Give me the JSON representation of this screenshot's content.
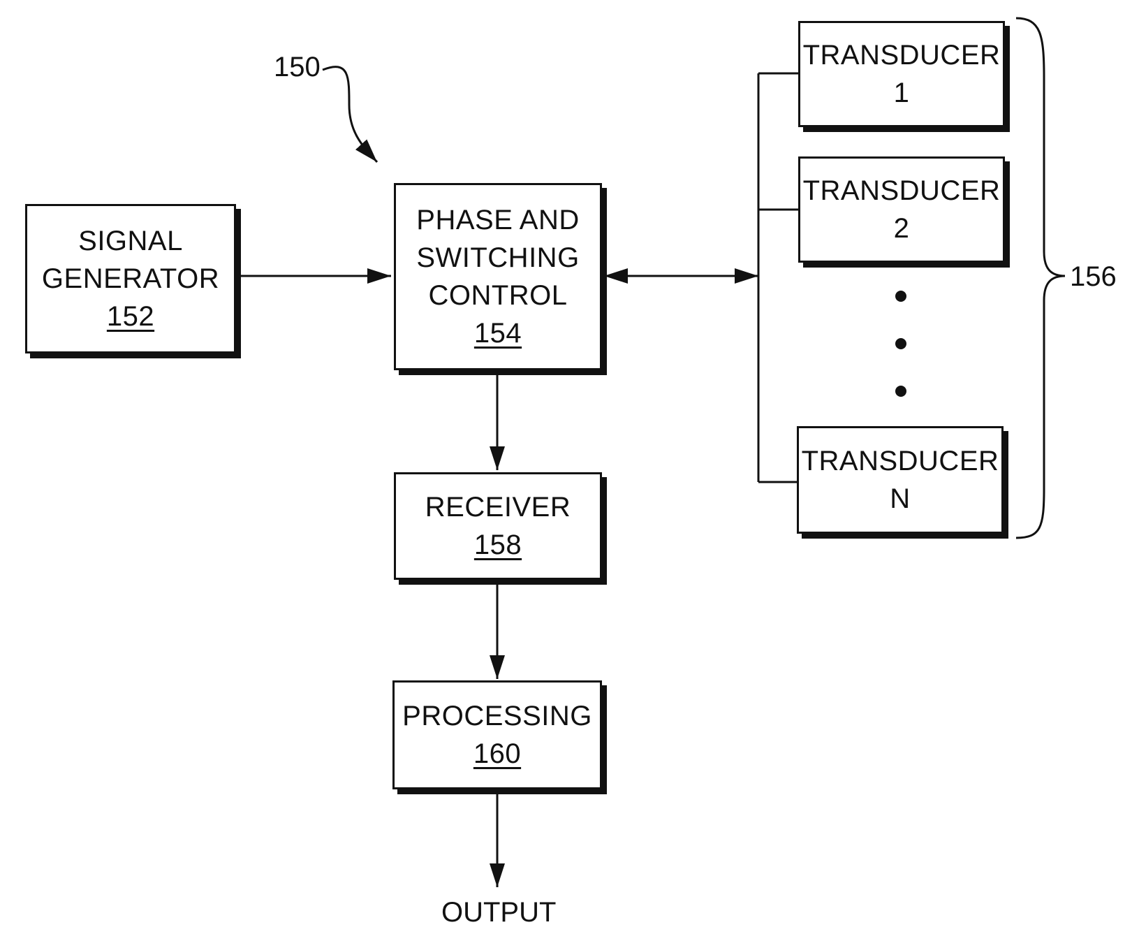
{
  "figure_ref": "150",
  "group_ref": "156",
  "signal_generator": {
    "line1": "SIGNAL",
    "line2": "GENERATOR",
    "ref": "152"
  },
  "phase_control": {
    "line1": "PHASE AND",
    "line2": "SWITCHING",
    "line3": "CONTROL",
    "ref": "154"
  },
  "receiver": {
    "line1": "RECEIVER",
    "ref": "158"
  },
  "processing": {
    "line1": "PROCESSING",
    "ref": "160"
  },
  "output_label": "OUTPUT",
  "transducers": [
    {
      "name": "TRANSDUCER",
      "index": "1"
    },
    {
      "name": "TRANSDUCER",
      "index": "2"
    },
    {
      "name": "TRANSDUCER",
      "index": "N"
    }
  ]
}
